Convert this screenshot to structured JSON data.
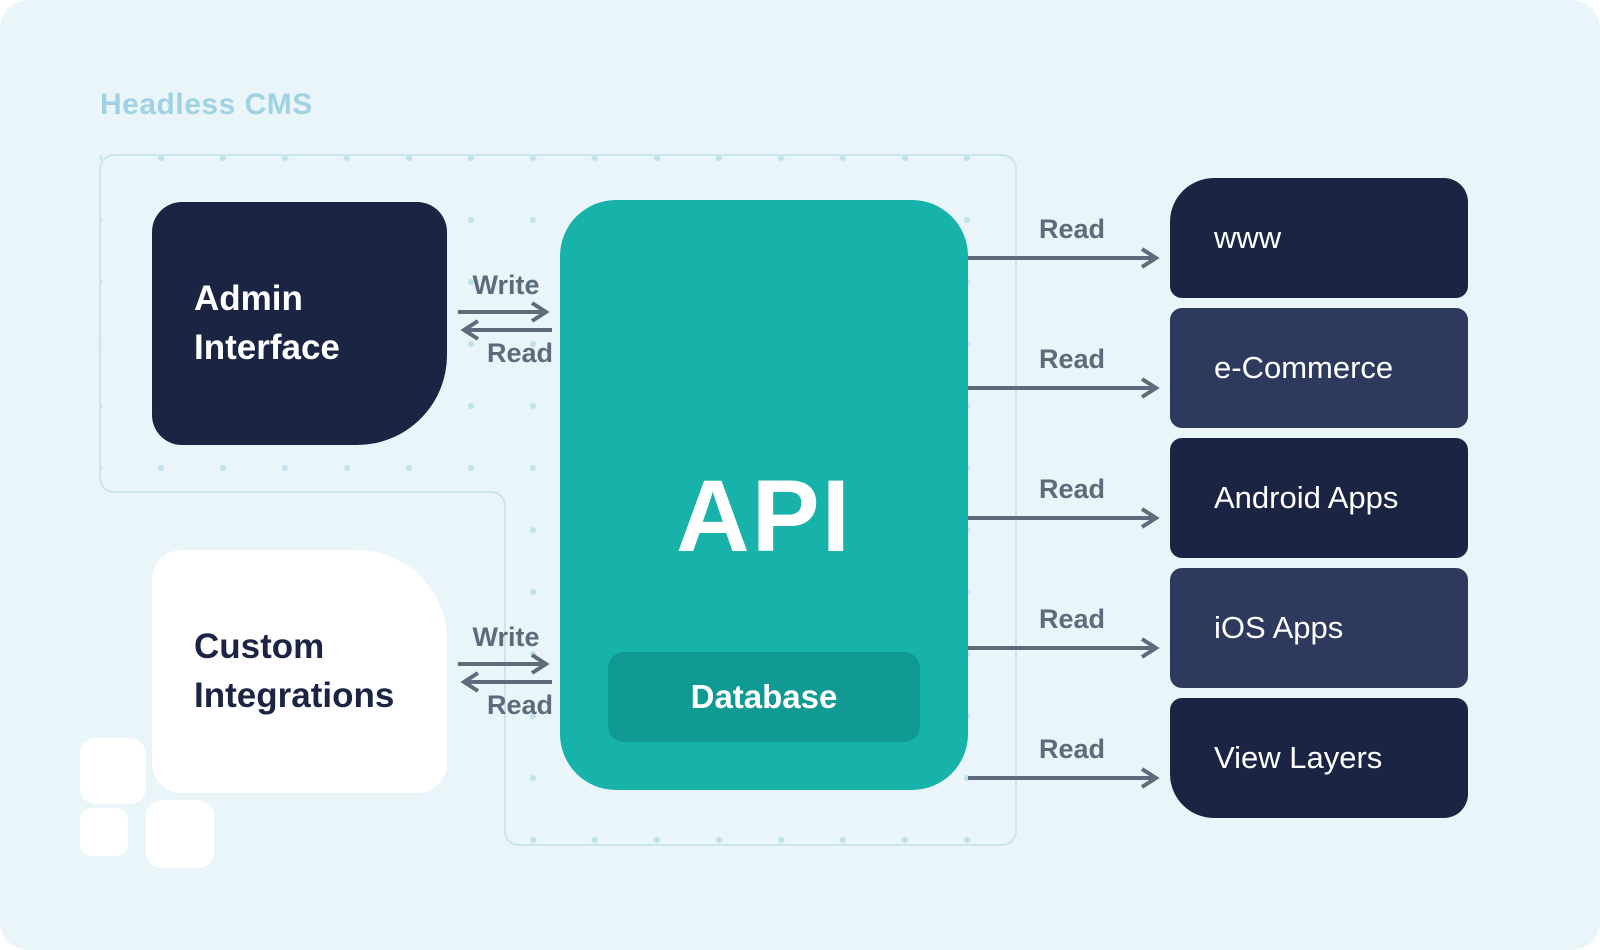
{
  "title": "Headless CMS",
  "cms": {
    "admin": {
      "label": "Admin Interface"
    },
    "custom": {
      "label": "Custom Integrations"
    },
    "api": {
      "label": "API"
    },
    "database": {
      "label": "Database"
    }
  },
  "links": {
    "admin_api": {
      "write": "Write",
      "read": "Read"
    },
    "custom_api": {
      "write": "Write",
      "read": "Read"
    },
    "consumer_reads": [
      "Read",
      "Read",
      "Read",
      "Read",
      "Read"
    ]
  },
  "consumers": [
    {
      "label": "www"
    },
    {
      "label": "e-Commerce"
    },
    {
      "label": "Android Apps"
    },
    {
      "label": "iOS Apps"
    },
    {
      "label": "View Layers"
    }
  ],
  "colors": {
    "background": "#e9f5f8",
    "navy": "#1c2444",
    "navy_light": "#2e3a5d",
    "teal": "#17b3ab",
    "teal_dark": "#119a93",
    "arrow": "#5d6b7c",
    "boundary": "#c9e6ee",
    "title": "#a0d2e4",
    "white": "#ffffff"
  }
}
